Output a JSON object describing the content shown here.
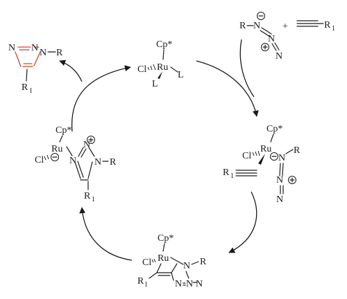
{
  "colors": {
    "product_highlight": "#d0432b",
    "ink": "#1a1a1a"
  },
  "labels": {
    "cp": "Cp*",
    "ru": "Ru",
    "cl": "Cl",
    "l": "L",
    "r": "R",
    "r1": "R",
    "sub1": "1",
    "n": "N",
    "plus_sign": "+",
    "minus_charge": "−",
    "plus_charge": "+"
  },
  "icons": {
    "arrowhead": "filled-triangle",
    "charge": "circled-sign"
  }
}
